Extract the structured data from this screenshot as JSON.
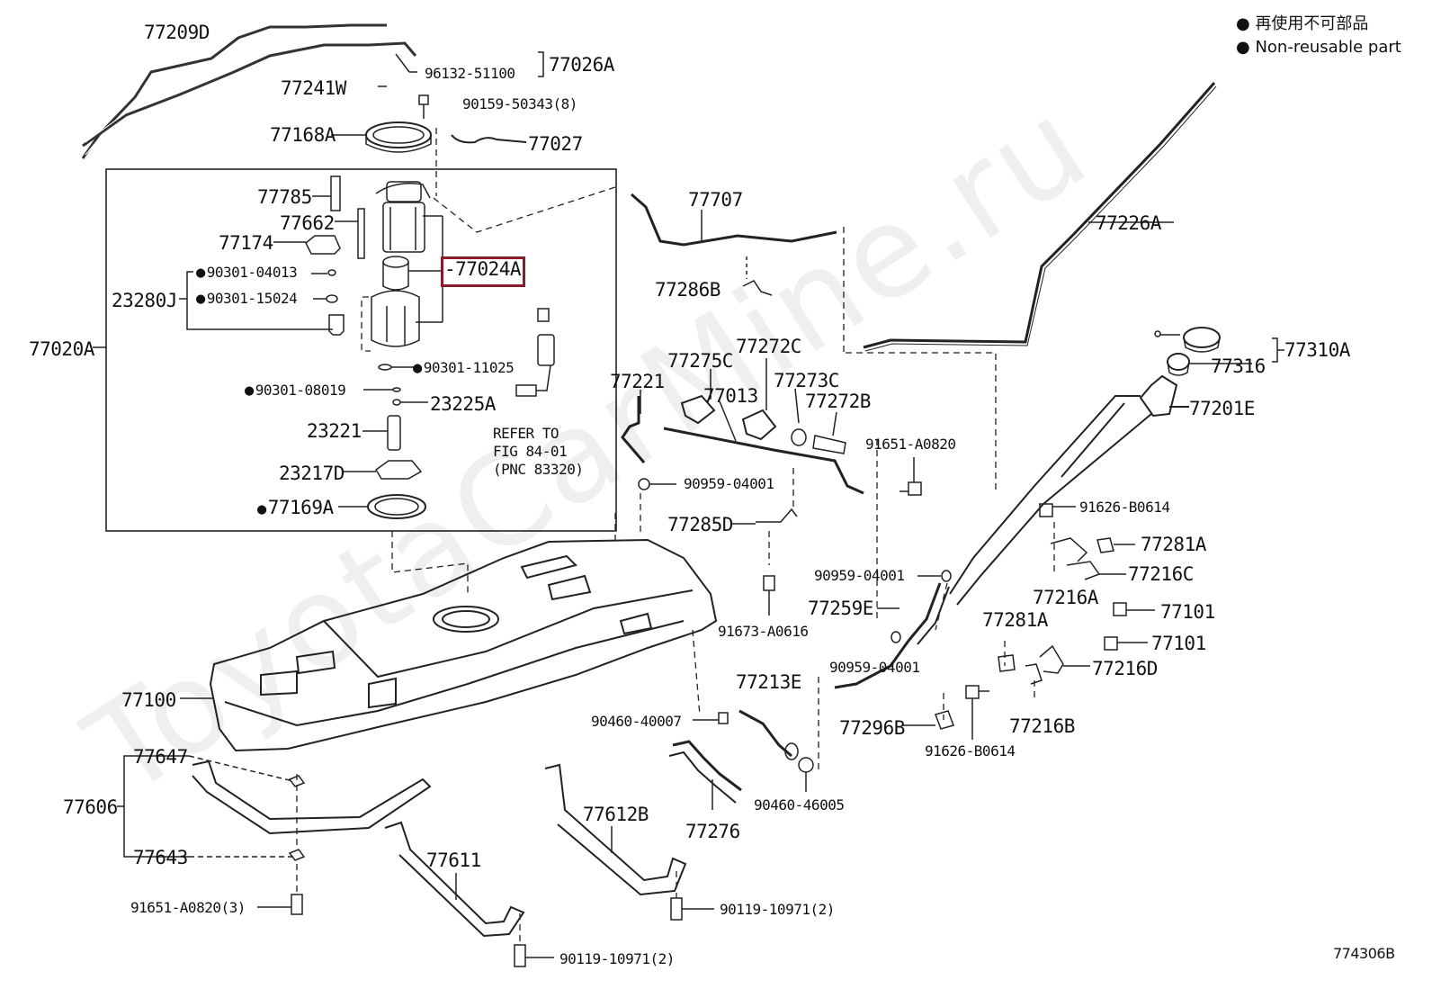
{
  "legend": {
    "line1": "再使用不可部品",
    "line2": "Non-reusable part"
  },
  "watermark": "ToyotaCarMine.ru",
  "figure_code": "774306B",
  "highlight_color": "#8b1a2b",
  "highlighted_part": "77024A",
  "refer_note": [
    "REFER TO",
    "FIG 84-01",
    "(PNC 83320)"
  ],
  "parts": {
    "p77209D": "77209D",
    "p77026A": "77026A",
    "p96132": "96132-51100",
    "p77241W": "77241W",
    "p90159": "90159-50343(8)",
    "p77168A": "77168A",
    "p77027": "77027",
    "p77785": "77785",
    "p77662": "77662",
    "p77174": "77174",
    "p77024A": "77024A",
    "p90301_04013": "90301-04013",
    "p23280J": "23280J",
    "p90301_15024": "90301-15024",
    "p77020A": "77020A",
    "p90301_11025": "90301-11025",
    "p90301_08019": "90301-08019",
    "p23225A": "23225A",
    "p23221": "23221",
    "p23217D": "23217D",
    "p77169A": "77169A",
    "p77707": "77707",
    "p77286B": "77286B",
    "p77226A": "77226A",
    "p77310A": "77310A",
    "p77316": "77316",
    "p77201E": "77201E",
    "p77275C": "77275C",
    "p77272C": "77272C",
    "p77221": "77221",
    "p77013": "77013",
    "p77273C": "77273C",
    "p77272B": "77272B",
    "p91651_A0820": "91651-A0820",
    "p90959_a": "90959-04001",
    "p77285D": "77285D",
    "p91626_a": "91626-B0614",
    "p77281A_a": "77281A",
    "p77216C": "77216C",
    "p90959_b": "90959-04001",
    "p77259E": "77259E",
    "p77216A": "77216A",
    "p77101_a": "77101",
    "p91673": "91673-A0616",
    "p77281A_b": "77281A",
    "p77101_b": "77101",
    "p90959_c": "90959-04001",
    "p77216D": "77216D",
    "p77100": "77100",
    "p77213E": "77213E",
    "p90460_40007": "90460-40007",
    "p77296B": "77296B",
    "p77216B": "77216B",
    "p91626_b": "91626-B0614",
    "p77647": "77647",
    "p90460_46005": "90460-46005",
    "p77606": "77606",
    "p77612B": "77612B",
    "p77276": "77276",
    "p77643": "77643",
    "p77611": "77611",
    "p91651_A0820_3": "91651-A0820(3)",
    "p90119_a": "90119-10971(2)",
    "p90119_b": "90119-10971(2)"
  }
}
